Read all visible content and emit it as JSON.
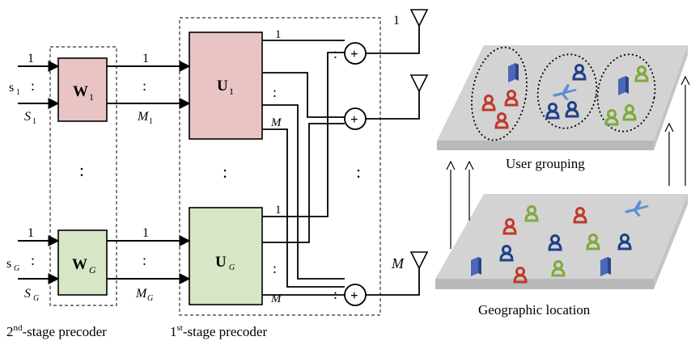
{
  "precoder": {
    "w1_label": "W",
    "w1_sub": "1",
    "wg_label": "W",
    "wg_sub": "G",
    "u1_label": "U",
    "u1_sub": "1",
    "ug_label": "U",
    "ug_sub": "G",
    "second_stage_label_pre": "2",
    "second_stage_label_sup": "nd",
    "second_stage_label_post": "-stage precoder",
    "first_stage_label_pre": "1",
    "first_stage_label_sup": "st",
    "first_stage_label_post": "-stage precoder",
    "top_stream_1": "1",
    "top_stream_s": "s",
    "top_stream_s_sub": "1",
    "top_stream_S": "S",
    "top_stream_S_sub": "1",
    "top_mid_1": "1",
    "top_mid_M": "M",
    "top_mid_M_sub": "1",
    "bot_stream_1": "1",
    "bot_stream_s": "s",
    "bot_stream_s_sub": "G",
    "bot_stream_S": "S",
    "bot_stream_S_sub": "G",
    "bot_mid_1": "1",
    "bot_mid_M": "M",
    "bot_mid_M_sub": "G",
    "u1_out_1": "1",
    "u1_out_M": "M",
    "ug_out_1": "1",
    "ug_out_M": "M",
    "antenna_1_label": "1",
    "antenna_M_label": "M",
    "adder_symbol": "+"
  },
  "scene": {
    "top_plane_label": "User grouping",
    "bottom_plane_label": "Geographic location"
  },
  "colors": {
    "w_top": "#e8c4c4",
    "w_bottom": "#d7e6c4",
    "user_red": "#c0392b",
    "user_green": "#7daa3c",
    "user_blue": "#1f3f8a",
    "building": "#4a67b8",
    "plane": "#d0d0d0"
  }
}
